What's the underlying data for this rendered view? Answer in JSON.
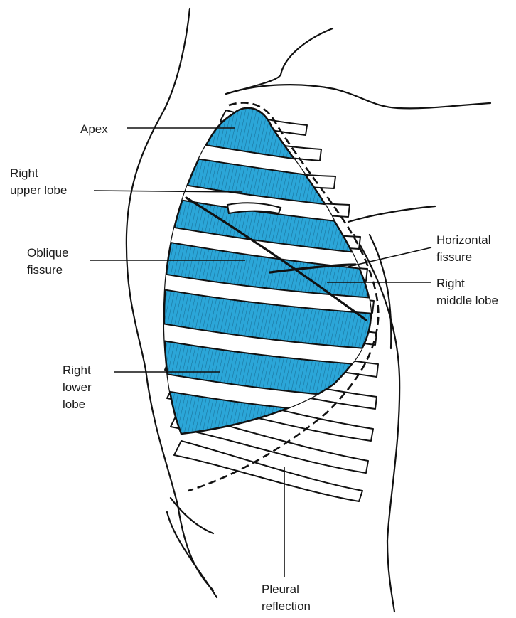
{
  "colors": {
    "lung_fill": "#2ba6d8",
    "lung_hatch": "#1a6f97",
    "line": "#111111",
    "background": "#ffffff"
  },
  "labels": {
    "apex": [
      "Apex"
    ],
    "right_upper_lobe": [
      "Right",
      "upper lobe"
    ],
    "oblique_fissure": [
      "Oblique",
      "fissure"
    ],
    "right_lower_lobe": [
      "Right",
      "lower",
      "lobe"
    ],
    "horizontal_fissure": [
      "Horizontal",
      "fissure"
    ],
    "right_middle_lobe": [
      "Right",
      "middle lobe"
    ],
    "pleural_reflection": [
      "Pleural",
      "reflection"
    ]
  }
}
